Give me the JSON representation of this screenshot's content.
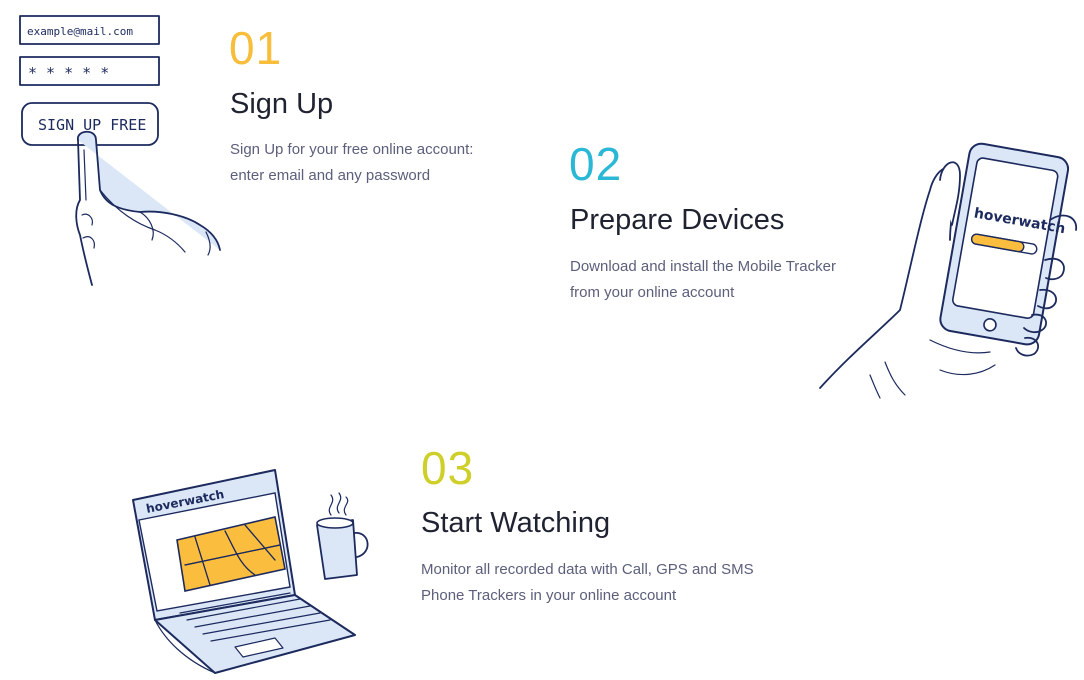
{
  "colors": {
    "step1": "#f7bd3b",
    "step2": "#2bb8d6",
    "step3": "#cfcf2a",
    "ink": "#1c2a5e",
    "yellow": "#fbbd3d",
    "light_blue": "#dbe7f7"
  },
  "steps": [
    {
      "number": "01",
      "title": "Sign Up",
      "desc_line1": "Sign Up for your free online account:",
      "desc_line2": "enter email and any password"
    },
    {
      "number": "02",
      "title": "Prepare Devices",
      "desc_line1": "Download and install the Mobile Tracker",
      "desc_line2": "from your online account"
    },
    {
      "number": "03",
      "title": "Start Watching",
      "desc_line1": "Monitor all recorded data with Call, GPS and SMS",
      "desc_line2": "Phone Trackers in your online account"
    }
  ],
  "illustrations": {
    "signup": {
      "email_placeholder": "example@mail.com",
      "password_mask": "* * * * *",
      "button_label": "SIGN UP FREE",
      "icon": "hand-pointing-icon"
    },
    "phone": {
      "brand": "hoverwatch",
      "progress": 0.8,
      "icon": "hand-holding-phone-icon"
    },
    "laptop": {
      "brand": "hoverwatch",
      "icon": "laptop-with-map-icon",
      "mug_icon": "coffee-mug-icon"
    }
  }
}
